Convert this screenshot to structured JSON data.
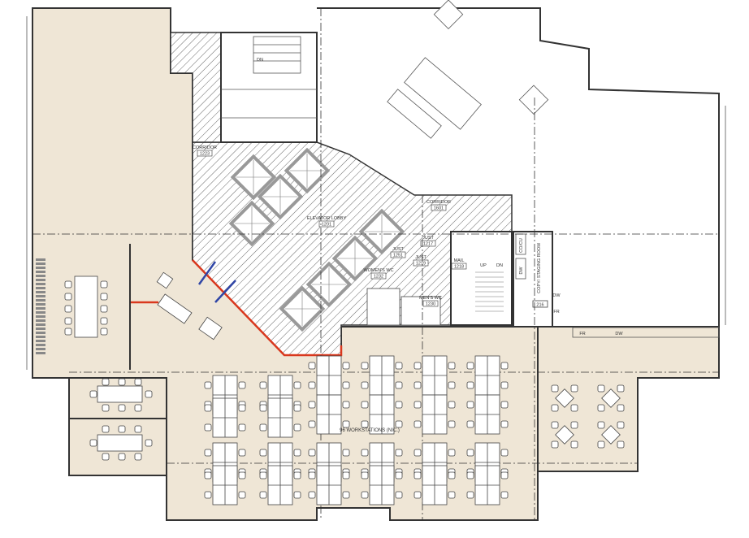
{
  "plan": {
    "title": "Floor Plan",
    "colors": {
      "office": "#efe6d6",
      "core_hatch": "#555555",
      "demo_line": "#d9381e",
      "door_mark": "#3046a6",
      "wall": "#333333"
    },
    "rooms": {
      "corridor_west": {
        "name": "CORRIDOR",
        "number": "1223"
      },
      "corridor_east": {
        "name": "CORRIDOR",
        "number": "1601"
      },
      "elevator_lobby": {
        "name": "ELEVATOR LOBBY",
        "number": "1201"
      },
      "janitor_1": {
        "name": "JUST",
        "number": "1217"
      },
      "janitor_2": {
        "name": "JUST",
        "number": "1251"
      },
      "janitor_3": {
        "name": "JUST",
        "number": "1219"
      },
      "mail": {
        "name": "MAIL",
        "number": "1218"
      },
      "womens_wc": {
        "name": "WOMEN'S WC",
        "number": "1232"
      },
      "mens_wc": {
        "name": "MEN'S WC",
        "number": "1230"
      },
      "copy_room": {
        "name": "COPY/ STAGING ROOM",
        "number": "216"
      }
    },
    "stair_labels": {
      "up": "UP",
      "down": "DN",
      "dn_north": "DN"
    },
    "appliances": {
      "fr": "FR",
      "dw": "DW",
      "cu": "CO/CU"
    },
    "workstations_label": "96 WORKSTATIONS (NIC.)"
  }
}
